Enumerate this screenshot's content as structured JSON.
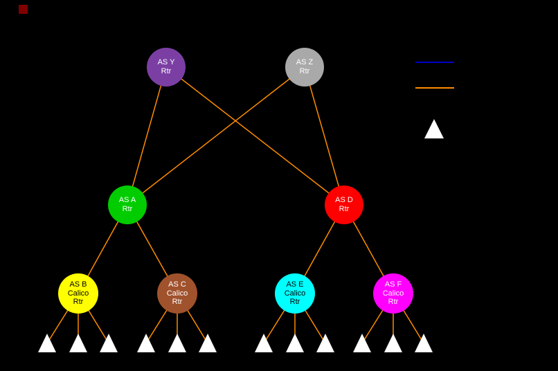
{
  "diagram": {
    "background_color": "#000000",
    "edge_color": "#FF8C00",
    "corner_marker_color": "#800000",
    "host_triangle_color": "#FFFFFF",
    "nodes": {
      "as_y": {
        "line1": "AS Y",
        "line2": "Rtr",
        "color": "#7B3FA4",
        "text_color": "#FFFFFF"
      },
      "as_z": {
        "line1": "AS Z",
        "line2": "Rtr",
        "color": "#A9A9A9",
        "text_color": "#FFFFFF"
      },
      "as_a": {
        "line1": "AS A",
        "line2": "Rtr",
        "color": "#00CC00",
        "text_color": "#FFFFFF"
      },
      "as_d": {
        "line1": "AS D",
        "line2": "Rtr",
        "color": "#FF0000",
        "text_color": "#FFFFFF"
      },
      "as_b": {
        "line1": "AS B",
        "line2": "Calico",
        "line3": "Rtr",
        "color": "#FFFF00",
        "text_color": "#000000"
      },
      "as_c": {
        "line1": "AS C",
        "line2": "Calico",
        "line3": "Rtr",
        "color": "#A0522D",
        "text_color": "#FFFFFF"
      },
      "as_e": {
        "line1": "AS E",
        "line2": "Calico",
        "line3": "Rtr",
        "color": "#00FFFF",
        "text_color": "#000000"
      },
      "as_f": {
        "line1": "AS F",
        "line2": "Calico",
        "line3": "Rtr",
        "color": "#FF00FF",
        "text_color": "#FFFFFF"
      }
    },
    "legend": {
      "blue_line_color": "#0000CD",
      "orange_line_color": "#FF8C00",
      "triangle_color": "#FFFFFF"
    }
  }
}
